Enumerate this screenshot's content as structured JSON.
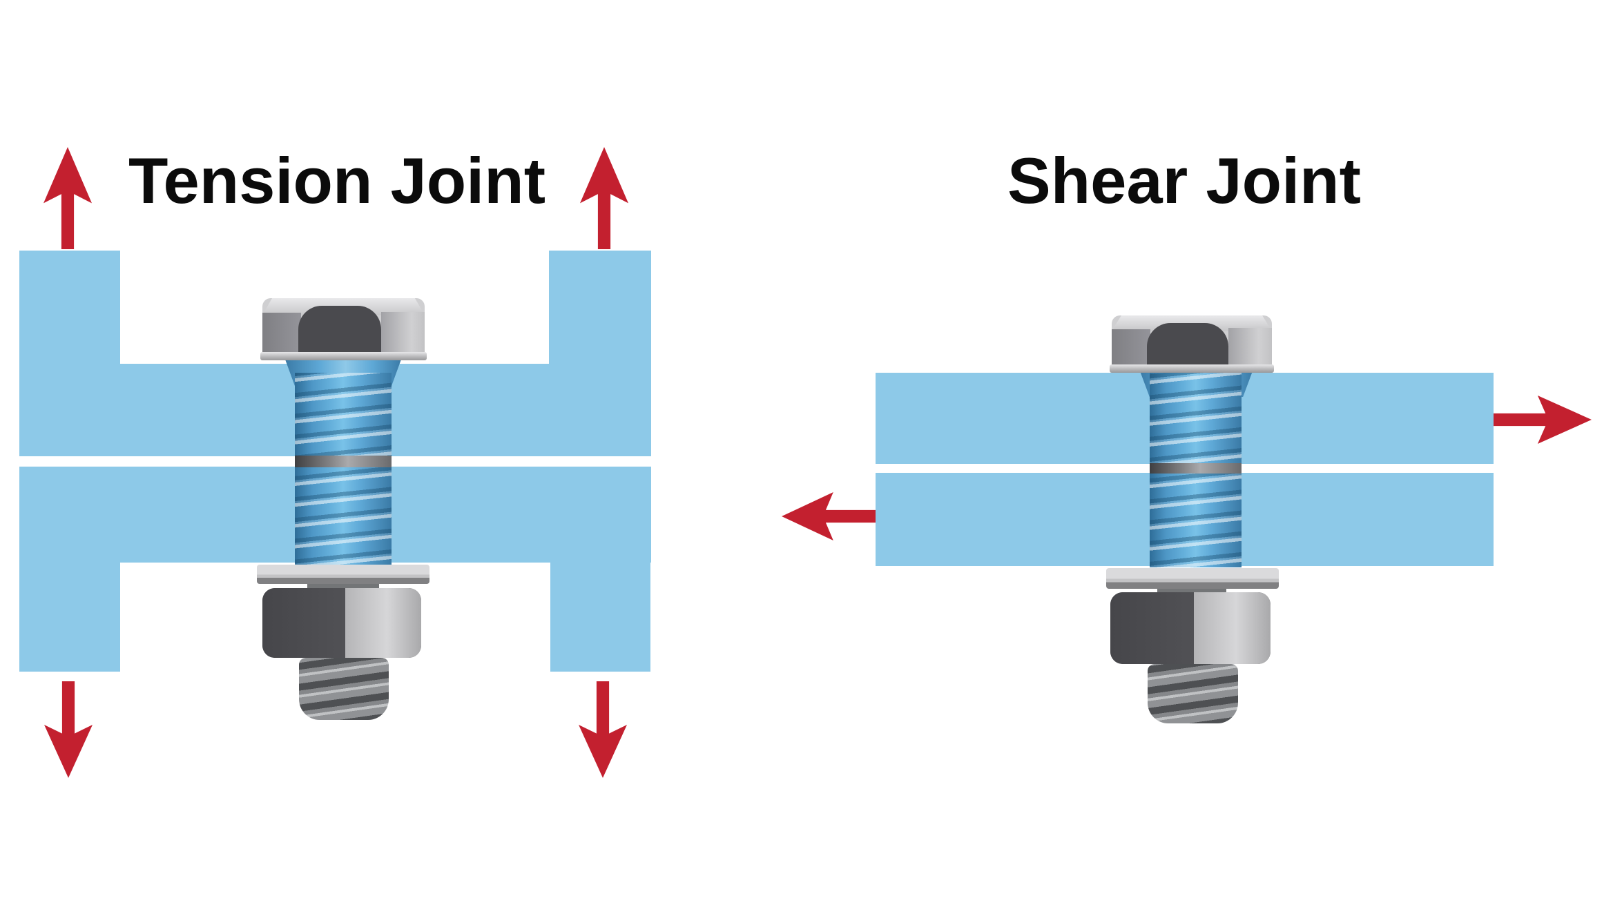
{
  "page": {
    "background": "#ffffff"
  },
  "panels": {
    "tension": {
      "title": "Tension Joint",
      "arrow_directions": [
        "up",
        "up",
        "down",
        "down"
      ]
    },
    "shear": {
      "title": "Shear Joint",
      "arrow_directions": [
        "right",
        "left"
      ]
    }
  },
  "colors": {
    "plate_blue": "#8dc9e8",
    "arrow_red": "#c3202f",
    "title_black": "#0b0b0b",
    "page_bg": "#ffffff"
  }
}
